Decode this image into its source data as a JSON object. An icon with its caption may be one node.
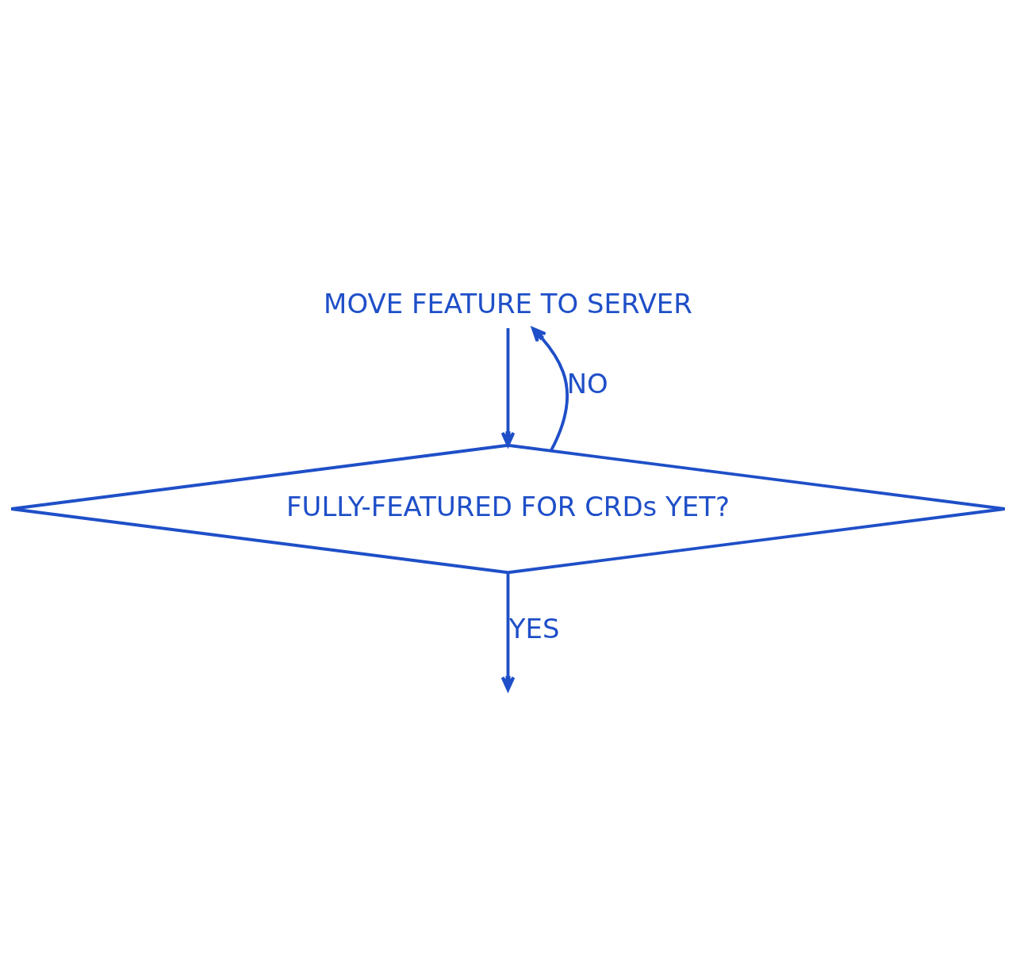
{
  "diagram": {
    "nodes": [
      {
        "text": [
          "MOVE FEATURE TO SERVER"
        ]
      },
      {
        "text": [
          "FULLY-FEATURED FOR CRDs YET?"
        ]
      }
    ],
    "edges": [
      {
        "from": 0,
        "to": 1,
        "arrow": "to"
      },
      {
        "from": 1,
        "to": 0,
        "arrow": "to",
        "label": "NO"
      },
      {
        "from": 1,
        "to": null,
        "arrow": "to",
        "label": "YES"
      }
    ]
  }
}
